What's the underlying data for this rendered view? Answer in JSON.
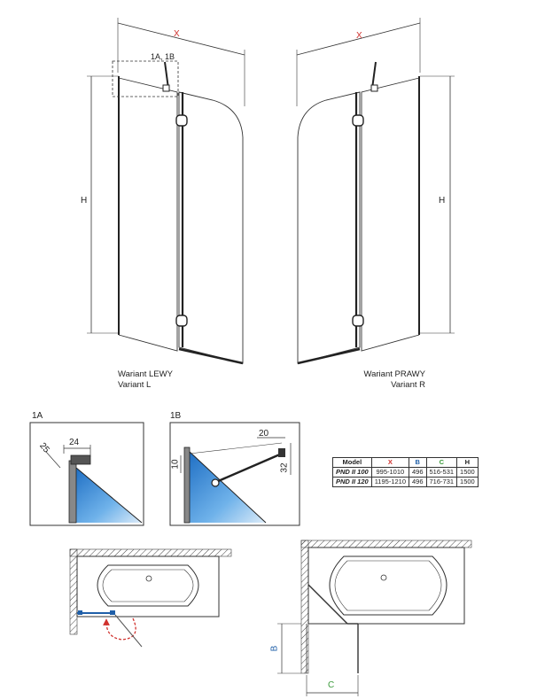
{
  "top": {
    "left_variant": {
      "line1": "Wariant LEWY",
      "line2": "Variant L",
      "dim_x": "X",
      "dim_h": "H",
      "callout": "1A, 1B"
    },
    "right_variant": {
      "line1": "Wariant PRAWY",
      "line2": "Variant R",
      "dim_x": "X",
      "dim_h": "H"
    }
  },
  "details": {
    "d1a": {
      "label": "1A",
      "dim_a": "24",
      "dim_b": "25"
    },
    "d1b": {
      "label": "1B",
      "dim_a": "20",
      "dim_b": "10",
      "dim_c": "32"
    }
  },
  "spec_table": {
    "headers": [
      {
        "text": "Model",
        "color": "#222222"
      },
      {
        "text": "X",
        "color": "#d0312d"
      },
      {
        "text": "B",
        "color": "#1f5fa8"
      },
      {
        "text": "C",
        "color": "#3a9a3a"
      },
      {
        "text": "H",
        "color": "#222222"
      }
    ],
    "rows": [
      [
        "PND II 100",
        "995-1010",
        "496",
        "516-531",
        "1500"
      ],
      [
        "PND II 120",
        "1195-1210",
        "496",
        "716-731",
        "1500"
      ]
    ]
  },
  "bottom": {
    "dim_b": "B",
    "dim_c": "C"
  },
  "colors": {
    "x_dim": "#d0312d",
    "b_dim": "#1f5fa8",
    "c_dim": "#3a9a3a",
    "glass": "#3a8fd8",
    "arrow": "#d0312d"
  }
}
